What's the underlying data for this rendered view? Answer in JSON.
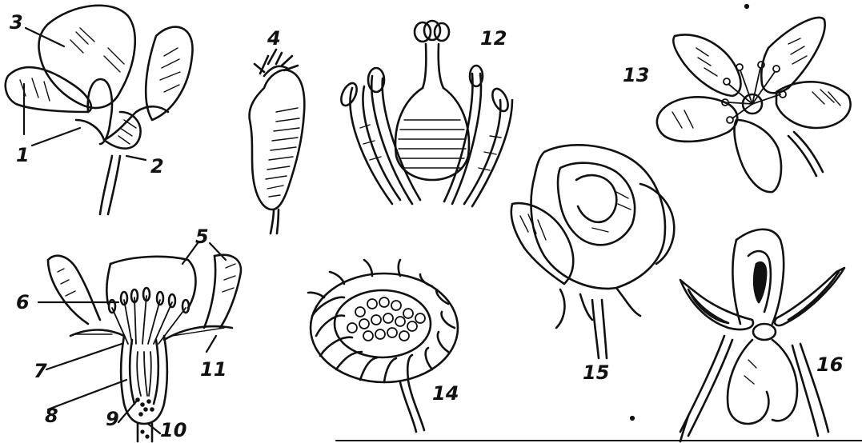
{
  "figure": {
    "labels": {
      "n1": "1",
      "n2": "2",
      "n3": "3",
      "n4": "4",
      "n5": "5",
      "n6": "6",
      "n7": "7",
      "n8": "8",
      "n9": "9",
      "n10": "10",
      "n11": "11",
      "n12": "12",
      "n13": "13",
      "n14": "14",
      "n15": "15",
      "n16": "16"
    },
    "drawings": [
      "flower-side-view",
      "fruit-hip",
      "pistil-with-stamens",
      "five-petal-flower",
      "flower-longitudinal-section",
      "daisy-composite-flower",
      "rose-bloom",
      "orchid-flower"
    ]
  }
}
